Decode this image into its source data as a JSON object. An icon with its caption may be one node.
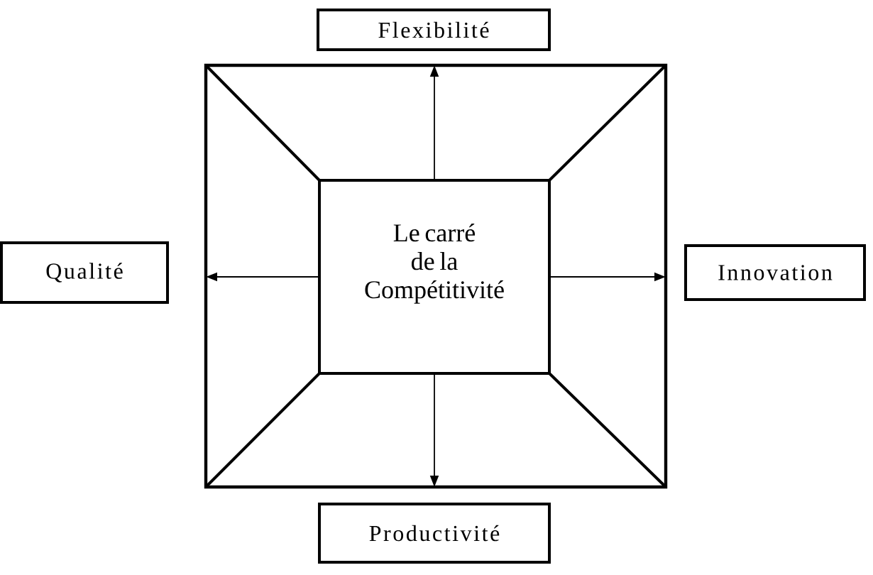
{
  "diagram": {
    "nodes": [
      {
        "text": [
          "Flexibilité"
        ]
      },
      {
        "text": [
          "Qualité"
        ]
      },
      {
        "text": [],
        "shape": "box"
      },
      {
        "text": [
          "Le carré de la Compétitivité"
        ],
        "in": 2
      },
      {
        "text": [
          "Innovation"
        ]
      },
      {
        "text": [
          "Productivité"
        ]
      }
    ],
    "edges": [
      {
        "from": 3,
        "to": 2,
        "arrow": "to"
      },
      {
        "from": 3,
        "to": 2,
        "arrow": "to"
      },
      {
        "from": 3,
        "to": 2,
        "arrow": "to"
      },
      {
        "from": 3,
        "to": 2,
        "arrow": "to"
      }
    ]
  }
}
